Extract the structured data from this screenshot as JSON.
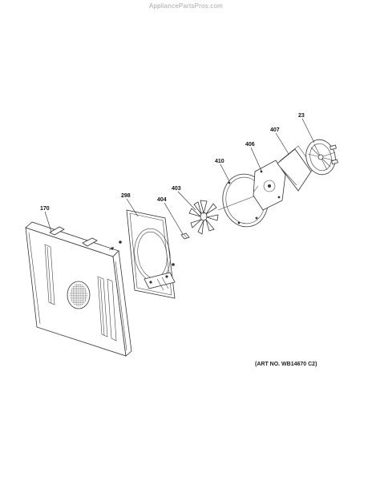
{
  "watermark": "AppliancePartsPros.com",
  "art_number": "(ART NO. WB14670 C2)",
  "callouts": {
    "p170": "170",
    "p298": "298",
    "p404": "404",
    "p403": "403",
    "p410": "410",
    "p406": "406",
    "p407": "407",
    "p23": "23"
  }
}
